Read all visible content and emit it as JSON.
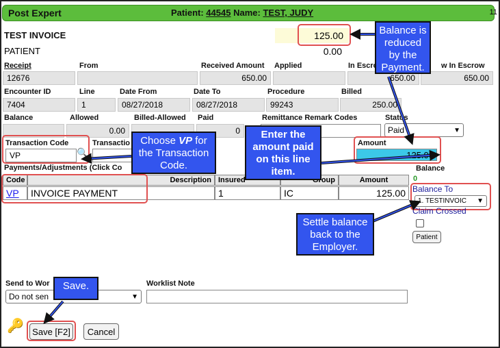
{
  "header": {
    "app_title": "Post Expert",
    "patient_label": "Patient:",
    "patient_id": "44545",
    "name_label": "Name:",
    "patient_name": "TEST, JUDY",
    "corner_text": "11"
  },
  "invoice": {
    "title": "TEST INVOICE",
    "amount": "125.00",
    "sub_title": "PATIENT",
    "sub_amount": "0.00"
  },
  "row1": {
    "receipt_label": "Receipt",
    "receipt": "12676",
    "from_label": "From",
    "from": "",
    "received_amount_label": "Received Amount",
    "received_amount": "650.00",
    "applied_label": "Applied",
    "applied": "",
    "in_escrow_label": "In Escro",
    "in_escrow": "650.00",
    "new_in_escrow_label": "w In Escrow",
    "new_in_escrow": "650.00"
  },
  "row2": {
    "encounter_label": "Encounter ID",
    "encounter": "7404",
    "line_label": "Line",
    "line": "1",
    "date_from_label": "Date From",
    "date_from": "08/27/2018",
    "date_to_label": "Date To",
    "date_to": "08/27/2018",
    "procedure_label": "Procedure",
    "procedure": "99243",
    "billed_label": "Billed",
    "billed": "250.00"
  },
  "row3": {
    "balance_label": "Balance",
    "allowed_label": "Allowed",
    "allowed": "0.00",
    "billed_allowed_label": "Billed-Allowed",
    "paid_label": "Paid",
    "paid": "0",
    "remark_label": "Remittance Remark Codes",
    "status_label": "Status",
    "status_value": "Paid"
  },
  "row4": {
    "transaction_code_label": "Transaction Code",
    "transaction_code": "VP",
    "transaction_label2": "Transactio",
    "amount_label": "Amount",
    "amount": "125.00",
    "balance_label": "Balance",
    "balance_value": "0"
  },
  "payments": {
    "section_label": "Payments/Adjustments (Click Co",
    "columns": [
      "Code",
      "Description",
      "Insured",
      "Group",
      "Amount"
    ],
    "rows": [
      {
        "code": "VP",
        "description": "INVOICE PAYMENT",
        "insured": "1",
        "group": "IC",
        "amount": "125.00"
      }
    ]
  },
  "balance_to": {
    "label": "Balance To",
    "value": "1. TESTINVOIC",
    "claim_crossed_label": "Claim Crossed",
    "patient_button": "Patient"
  },
  "worklist": {
    "send_to_label": "Send to Wor",
    "send_to_value": "Do not sen",
    "note_label": "Worklist Note",
    "note_value": ""
  },
  "buttons": {
    "save": "Save [F2]",
    "cancel": "Cancel"
  },
  "callouts": {
    "balance_reduced": "Balance is reduced by the Payment.",
    "choose_vp_pre": "Choose ",
    "choose_vp_code": "VP",
    "choose_vp_post": " for the Transaction Code.",
    "enter_amount": "Enter the amount paid on this line item.",
    "settle_balance": "Settle balance back to the Employer.",
    "save": "Save."
  },
  "colors": {
    "title_green": "#5cbd3c",
    "callout_blue": "#3355ee",
    "highlight_red": "#e05050",
    "amount_cyan": "#3cc8e8",
    "invoice_yellow": "#fdfbd8",
    "balance_green": "#2a9a2a"
  }
}
